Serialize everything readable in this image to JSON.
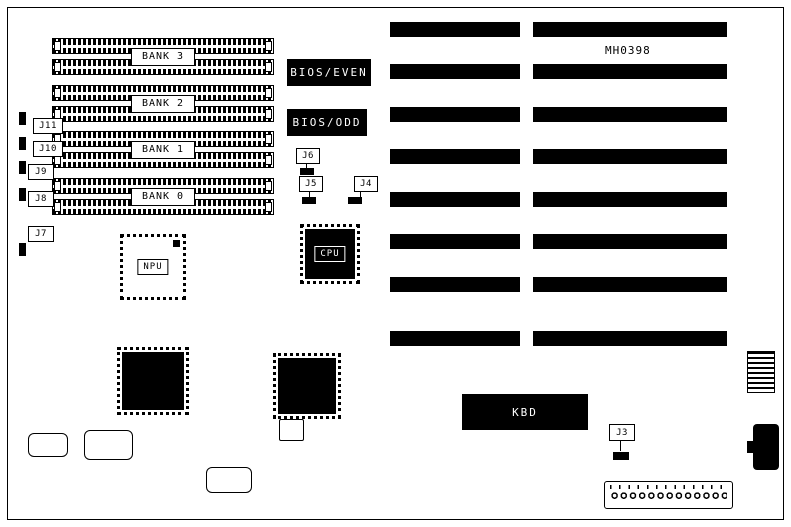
{
  "diagram": {
    "model_number": "MH0398"
  },
  "banks": [
    {
      "label": "BANK 3"
    },
    {
      "label": "BANK 2"
    },
    {
      "label": "BANK 1"
    },
    {
      "label": "BANK 0"
    }
  ],
  "bios": {
    "even": "BIOS/EVEN",
    "odd": "BIOS/ODD"
  },
  "chips": {
    "npu": "NPU",
    "cpu": "CPU",
    "kbd": "KBD"
  },
  "jumpers": {
    "j3": "J3",
    "j4": "J4",
    "j5": "J5",
    "j6": "J6",
    "j7": "J7",
    "j8": "J8",
    "j9": "J9",
    "j10": "J10",
    "j11": "J11"
  },
  "colors": {
    "ink": "#000000",
    "background": "#ffffff"
  }
}
